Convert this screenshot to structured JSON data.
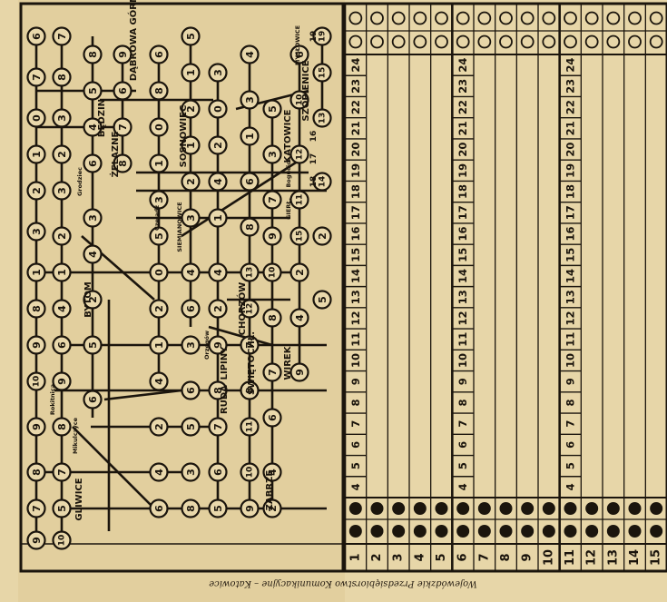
{
  "footer_text": "Wojewódzkie Przedsiębiorstwo Komunikacyjne – Katowice",
  "map": {
    "place_labels": [
      {
        "key": "dabrowa",
        "text": "DĄBROWA GÓRN."
      },
      {
        "key": "bedzin",
        "text": "BĘDZIN"
      },
      {
        "key": "zelazna",
        "text": "ŻELAZNE"
      },
      {
        "key": "sosnowiec",
        "text": "SOSNOWIEC"
      },
      {
        "key": "katowice",
        "text": "KATOWICE"
      },
      {
        "key": "chorzow",
        "text": "CHORZÓW"
      },
      {
        "key": "bytom",
        "text": "BYTOM"
      },
      {
        "key": "gliwice",
        "text": "GLIWICE"
      },
      {
        "key": "zabrze",
        "text": "ZABRZE"
      },
      {
        "key": "myslowice",
        "text": "MYSŁOWICE"
      },
      {
        "key": "szopienice",
        "text": "SZOPIENICE"
      },
      {
        "key": "wirek",
        "text": "WIREK"
      },
      {
        "key": "siemianowice",
        "text": "SIEMIANOWICE"
      },
      {
        "key": "ruda",
        "text": "RUDA"
      },
      {
        "key": "lipiny",
        "text": "LIPINY"
      },
      {
        "key": "swietochlowice",
        "text": "ŚWIĘTOCHŁ."
      },
      {
        "key": "gierl",
        "text": "GIERŁ."
      },
      {
        "key": "czeladz",
        "text": "Czeladź"
      },
      {
        "key": "grodziec",
        "text": "Grodziec"
      },
      {
        "key": "mikulczyce",
        "text": "Mikulczyce"
      },
      {
        "key": "rokitnica",
        "text": "Rokitnica"
      },
      {
        "key": "orzegow",
        "text": "Orzegów"
      },
      {
        "key": "bogucice",
        "text": "Bogucice"
      }
    ],
    "corner_numbers": [
      "16",
      "17",
      "18",
      "19"
    ]
  },
  "ticket_grid": {
    "columns": [
      "1",
      "2",
      "3",
      "4",
      "5",
      "6",
      "7",
      "8",
      "9",
      "10",
      "11",
      "12",
      "13",
      "14",
      "15"
    ],
    "row_numbers_block": [
      "4",
      "5",
      "6",
      "7",
      "8",
      "9",
      "10",
      "11",
      "12",
      "13",
      "14",
      "15",
      "16",
      "17",
      "18",
      "19",
      "20",
      "21",
      "22",
      "23",
      "24"
    ],
    "numbered_columns": [
      "1",
      "6",
      "11"
    ]
  }
}
